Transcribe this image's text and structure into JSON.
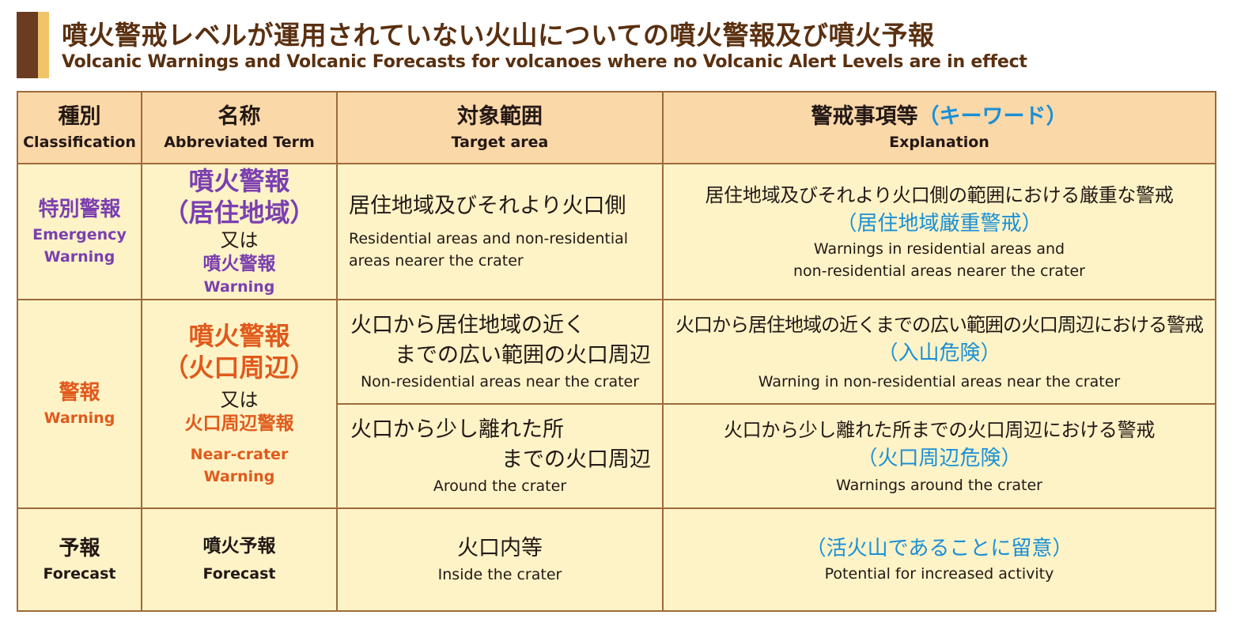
{
  "header": {
    "title_jp": "噴火警戒レベルが運用されていない火山についての噴火警報及び噴火予報",
    "title_en": "Volcanic Warnings and Volcanic Forecasts for volcanoes where no Volcanic Alert Levels are in effect"
  },
  "columns": {
    "classification": {
      "jp": "種別",
      "en": "Classification"
    },
    "term": {
      "jp": "名称",
      "en": "Abbreviated Term"
    },
    "area": {
      "jp": "対象範囲",
      "en": "Target area"
    },
    "explanation": {
      "jp": "警戒事項等",
      "keyword": "（キーワード）",
      "en": "Explanation"
    }
  },
  "rows": {
    "emergency": {
      "class_jp": "特別警報",
      "class_en_1": "Emergency",
      "class_en_2": "Warning",
      "term_1": "噴火警報",
      "term_2": "（居住地域）",
      "or": "又は",
      "term_3": "噴火警報",
      "term_en": "Warning",
      "area_jp": "居住地域及びそれより火口側",
      "area_en_1": "Residential areas and non-residential",
      "area_en_2": "areas nearer the crater",
      "exp_jp": "居住地域及びそれより火口側の範囲における厳重な警戒",
      "exp_kw": "（居住地域厳重警戒）",
      "exp_en_1": "Warnings in residential areas and",
      "exp_en_2": "non-residential areas nearer the crater"
    },
    "warning": {
      "class_jp": "警報",
      "class_en": "Warning",
      "term_1": "噴火警報",
      "term_2": "（火口周辺）",
      "or": "又は",
      "term_3": "火口周辺警報",
      "term_en_1": "Near-crater",
      "term_en_2": "Warning",
      "a": {
        "area_jp_1": "火口から居住地域の近く",
        "area_jp_2": "までの広い範囲の火口周辺",
        "area_en": "Non-residential areas near the crater",
        "exp_jp": "火口から居住地域の近くまでの広い範囲の火口周辺における警戒",
        "exp_kw": "（入山危険）",
        "exp_en": "Warning in non-residential areas near the crater"
      },
      "b": {
        "area_jp_1": "火口から少し離れた所",
        "area_jp_2": "までの火口周辺",
        "area_en": "Around the crater",
        "exp_jp": "火口から少し離れた所までの火口周辺における警戒",
        "exp_kw": "（火口周辺危険）",
        "exp_en": "Warnings around the crater"
      }
    },
    "forecast": {
      "class_jp": "予報",
      "class_en": "Forecast",
      "term_jp": "噴火予報",
      "term_en": "Forecast",
      "area_jp": "火口内等",
      "area_en": "Inside the crater",
      "exp_kw": "（活火山であることに留意）",
      "exp_en": "Potential for increased activity"
    }
  },
  "colors": {
    "header_brown": "#6b3c1f",
    "header_yellow": "#f2c46a",
    "table_border": "#9d6a3a",
    "head_bg": "#fbd8a8",
    "body_bg": "#fdf3c7",
    "purple": "#7b3fb0",
    "orange": "#e05a1c",
    "keyword_blue": "#1a8fd6"
  }
}
